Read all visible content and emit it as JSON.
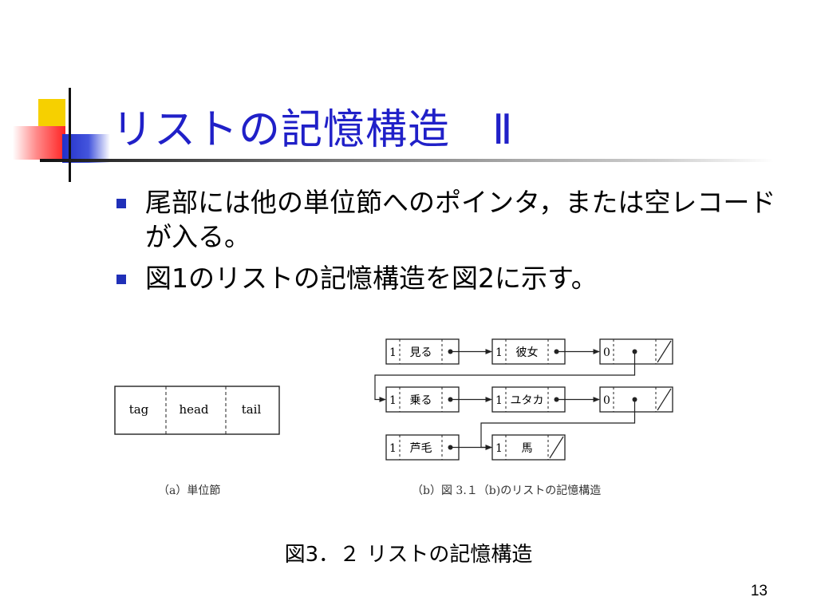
{
  "slide": {
    "title": "リストの記憶構造　Ⅱ",
    "bullets": [
      "尾部には他の単位節へのポインタ，または空レコードが入る。",
      "図1のリストの記憶構造を図2に示す。"
    ],
    "figure_caption": "図3．２ リストの記憶構造",
    "page_number": "13"
  },
  "diagram": {
    "unit_cell": {
      "fields": [
        "tag",
        "head",
        "tail"
      ],
      "caption": "（a）単位節"
    },
    "storage": {
      "caption": "（b）図 3.１（b)のリストの記憶構造",
      "rows": [
        [
          {
            "tag": "1",
            "head": "見る",
            "tail": "pointer"
          },
          {
            "tag": "1",
            "head": "彼女",
            "tail": "pointer"
          },
          {
            "tag": "0",
            "head": "pointer",
            "tail": "null"
          }
        ],
        [
          {
            "tag": "1",
            "head": "乗る",
            "tail": "pointer"
          },
          {
            "tag": "1",
            "head": "ユタカ",
            "tail": "pointer"
          },
          {
            "tag": "0",
            "head": "pointer",
            "tail": "null"
          }
        ],
        [
          {
            "tag": "1",
            "head": "芦毛",
            "tail": "pointer"
          },
          {
            "tag": "1",
            "head": "馬",
            "tail": "null"
          }
        ]
      ]
    }
  }
}
